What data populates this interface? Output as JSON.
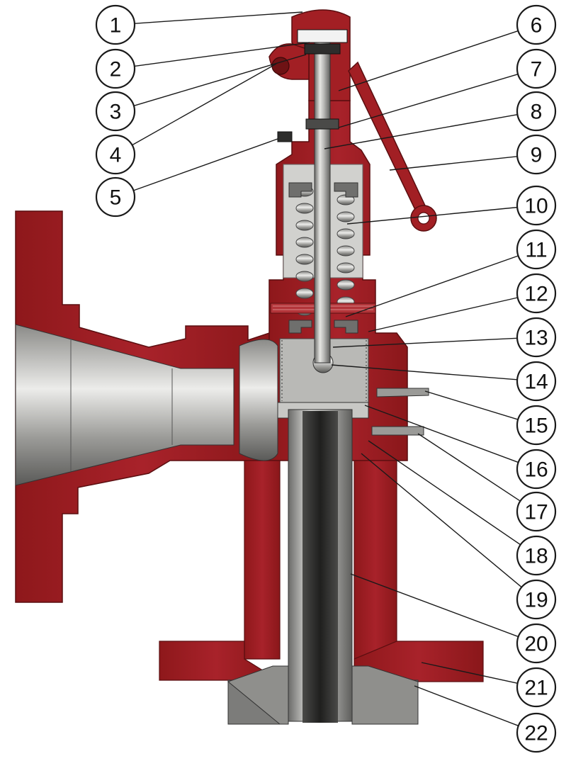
{
  "colors": {
    "body": "#9b1c1f",
    "body_dark": "#6e1214",
    "steel_light": "#d9d9d6",
    "steel_mid": "#a9a9a6",
    "steel_dark": "#5a5a58",
    "outline": "#1a1a1a"
  },
  "callouts": [
    {
      "number": "1"
    },
    {
      "number": "2"
    },
    {
      "number": "3"
    },
    {
      "number": "4"
    },
    {
      "number": "5"
    },
    {
      "number": "6"
    },
    {
      "number": "7"
    },
    {
      "number": "8"
    },
    {
      "number": "9"
    },
    {
      "number": "10"
    },
    {
      "number": "11"
    },
    {
      "number": "12"
    },
    {
      "number": "13"
    },
    {
      "number": "14"
    },
    {
      "number": "15"
    },
    {
      "number": "16"
    },
    {
      "number": "17"
    },
    {
      "number": "18"
    },
    {
      "number": "19"
    },
    {
      "number": "20"
    },
    {
      "number": "21"
    },
    {
      "number": "22"
    }
  ]
}
